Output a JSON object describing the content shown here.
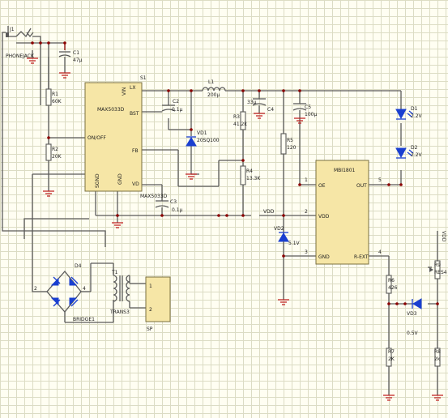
{
  "labels": {
    "phonejack": "PHONEJACK",
    "j1": "J1",
    "c1_name": "C1",
    "c1_val": "47μ",
    "r1_name": "R1",
    "r1_val": "60K",
    "r2_name": "R2",
    "r2_val": "20K",
    "u_name": "MAX5033D",
    "u_name2": "MAX5033D",
    "pin_vin": "VIN",
    "pin_lx": "LX",
    "pin_bst": "BST",
    "pin_onoff": "ON/OFF",
    "pin_fb": "FB",
    "pin_sgnd": "SGND",
    "pin_gnd": "GND",
    "pin_vd": "VD",
    "s1": "S1",
    "c2_name": "C2",
    "c2_val": "0.1μ",
    "l1_name": "L1",
    "l1_val": "200μ",
    "vd1_name": "VD1",
    "vd1_val": "20SQ100",
    "r3_name": "R3",
    "r3_val": "41.2k",
    "c3_top": "33μ",
    "c4_name": "C4",
    "r4_name": "R4",
    "r4_val": "13.3K",
    "c3_name": "C3",
    "c3_val": "0.1μ",
    "c5_name": "C5",
    "c5_val": "100μ",
    "r5_name": "R5",
    "r5_val": "120",
    "d1_name": "D1",
    "d1_val": "2.2V",
    "d2_name": "D2",
    "d2_val": "2.2V",
    "mbi_name": "MBI1801",
    "mbi_oe": "OE",
    "mbi_out": "OUT",
    "mbi_vdd": "VDD",
    "mbi_gnd": "GND",
    "mbi_rext": "R-EXT",
    "mbi_p1": "1",
    "mbi_p2": "2",
    "mbi_p3": "3",
    "mbi_p4": "4",
    "mbi_p5": "5",
    "vdd": "VDD",
    "vdd_right": "VDD",
    "vd2_name": "VD2",
    "vd2_val": "5.1V",
    "d4_name": "D4",
    "bridge": "BRIDGE1",
    "br_p2": "2",
    "br_p4": "4",
    "t1_name": "T1",
    "trans": "TRANS3",
    "sp": "SP",
    "sp_p1": "1",
    "sp_p2": "2",
    "r6_name": "R6",
    "r6_val": "426",
    "r7_name": "R7",
    "r7_val": "2K",
    "vd3_name": "VD3",
    "vd3_val": "0.5V",
    "r8_name": "R8",
    "r8_val": "2k",
    "r9_name": "R9",
    "r9_val": "RES4"
  }
}
